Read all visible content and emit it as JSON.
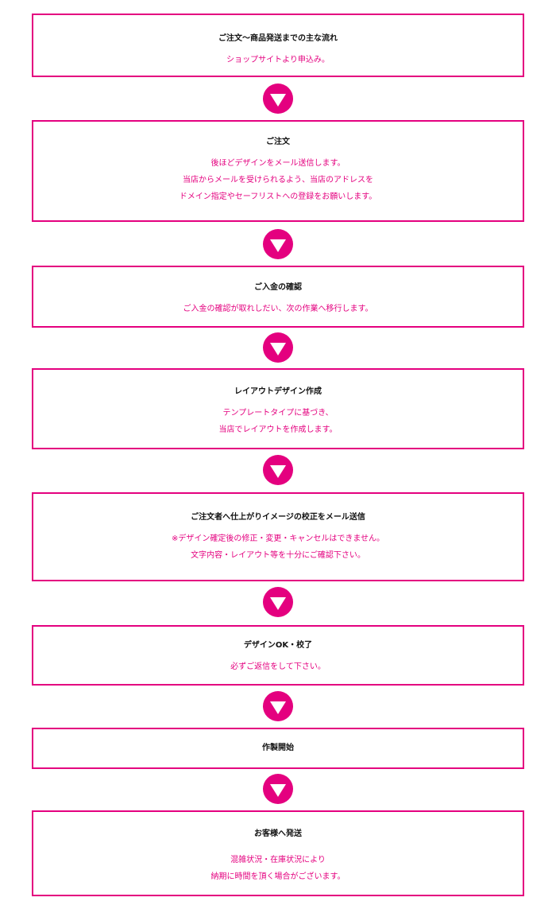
{
  "colors": {
    "accent": "#e4007f",
    "title": "#111111",
    "arrow_glyph": "#ffffff"
  },
  "arrow_icon": "circle-down-arrow-icon",
  "steps": [
    {
      "title": "ご注文〜商品発送までの主な流れ",
      "lines": [
        "ショップサイトより申込み。"
      ]
    },
    {
      "title": "ご注文",
      "lines": [
        "後ほどデザインをメール送信します。",
        "当店からメールを受けられるよう、当店のアドレスを",
        "ドメイン指定やセーフリストへの登録をお願いします。"
      ]
    },
    {
      "title": "ご入金の確認",
      "lines": [
        "ご入金の確認が取れしだい、次の作業へ移行します。"
      ]
    },
    {
      "title": "レイアウトデザイン作成",
      "lines": [
        "テンプレートタイプに基づき、",
        "当店でレイアウトを作成します。"
      ]
    },
    {
      "title": "ご注文者へ仕上がりイメージの校正をメール送信",
      "lines": [
        "※デザイン確定後の修正・変更・キャンセルはできません。",
        "文字内容・レイアウト等を十分にご確認下さい。"
      ]
    },
    {
      "title": "デザインOK・校了",
      "lines": [
        "必ずご返信をして下さい。"
      ]
    },
    {
      "title": "作製開始",
      "lines": []
    },
    {
      "title": "お客様へ発送",
      "lines": [
        "混雑状況・在庫状況により",
        "納期に時間を頂く場合がございます。"
      ]
    }
  ]
}
